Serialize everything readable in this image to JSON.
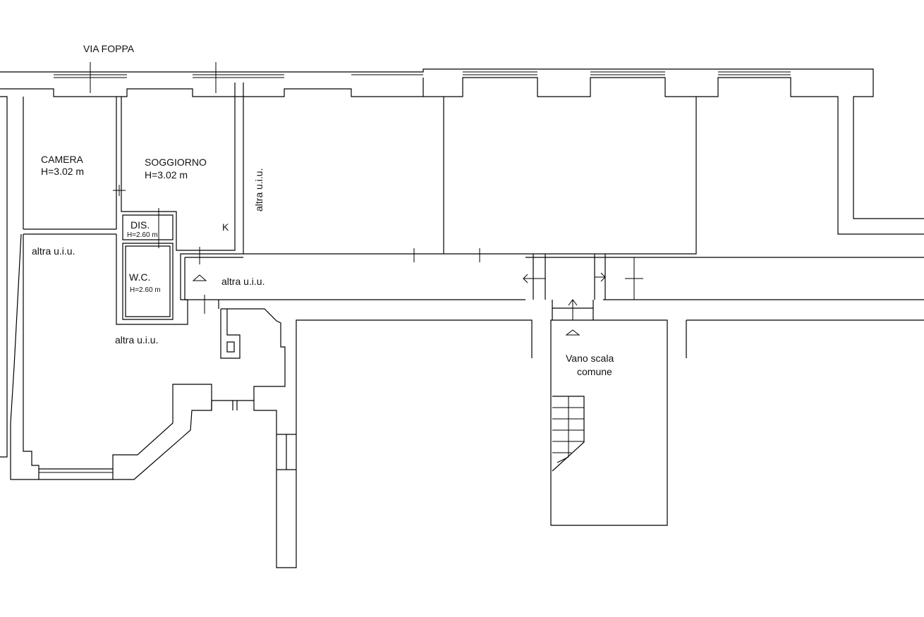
{
  "plan": {
    "street": "VIA FOPPA",
    "rooms": {
      "camera": {
        "name": "CAMERA",
        "height": "H=3.02 m"
      },
      "soggiorno": {
        "name": "SOGGIORNO",
        "height": "H=3.02 m"
      },
      "dis": {
        "name": "DIS.",
        "height": "H=2.60 m"
      },
      "wc": {
        "name": "W.C.",
        "height": "H=2.60 m"
      },
      "kitchen_mark": "K",
      "altra_left": "altra u.i.u.",
      "altra_bottom": "altra u.i.u.",
      "altra_corridor": "altra u.i.u.",
      "altra_vertical": "altra u.i.u.",
      "stair_line1": "Vano scala",
      "stair_line2": "comune"
    }
  }
}
